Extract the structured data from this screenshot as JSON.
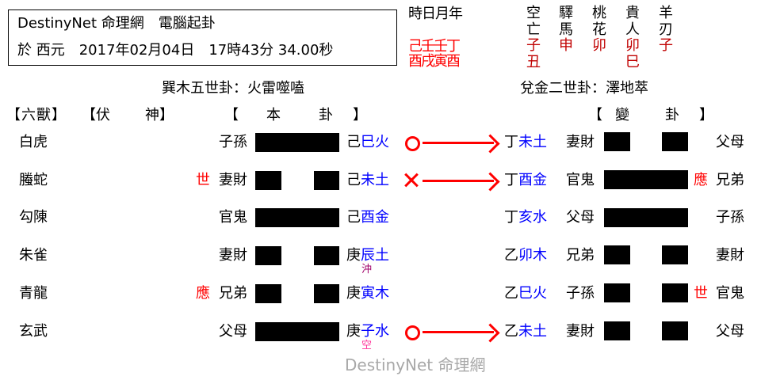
{
  "header": {
    "line1": "DestinyNet 命理網　電腦起卦",
    "line2": "於 西元　2017年02月04日　17時43分 34.00秒"
  },
  "pillars": {
    "label": "時日月年",
    "stems": "己壬壬丁",
    "branches": "酉戌寅酉"
  },
  "shensha": [
    {
      "name1": "空",
      "name2": "亡",
      "values": [
        "子",
        "丑"
      ]
    },
    {
      "name1": "驛",
      "name2": "馬",
      "values": [
        "申"
      ]
    },
    {
      "name1": "桃",
      "name2": "花",
      "values": [
        "卯"
      ]
    },
    {
      "name1": "貴",
      "name2": "人",
      "values": [
        "卯",
        "巳"
      ]
    },
    {
      "name1": "羊",
      "name2": "刃",
      "values": [
        "子"
      ]
    }
  ],
  "main_hexagram_title": "巽木五世卦：火雷噬嗑",
  "changed_hexagram_title": "兌金二世卦：澤地萃",
  "column_headers": {
    "liushou": "【六獸】",
    "fushen_open": "【伏",
    "fushen_close": "神】",
    "bengua_open": "【",
    "bengua_ben": "本",
    "bengua_gua": "卦",
    "bengua_close": "】",
    "biangua_open": "【",
    "biangua_bian": "變",
    "biangua_gua": "卦",
    "biangua_close": "】"
  },
  "colors": {
    "red": "#ff0000",
    "dark_red": "#c00000",
    "blue": "#0000ff",
    "purple": "#a0006a",
    "pink": "#ff3399",
    "watermark_gray": "#a8a8a8"
  },
  "lines": [
    {
      "beast": "白虎",
      "shi_ying": "",
      "relative": "子孫",
      "yang": true,
      "stem": "己",
      "branch_element": "巳火",
      "note": "",
      "moving": "old-yang",
      "changed": {
        "stem": "丁",
        "branch_element": "未土",
        "relative": "妻財",
        "yang": false,
        "shi_ying": "",
        "right_relative": "父母"
      }
    },
    {
      "beast": "螣蛇",
      "shi_ying": "世",
      "relative": "妻財",
      "yang": false,
      "stem": "己",
      "branch_element": "未土",
      "note": "",
      "moving": "old-yin",
      "changed": {
        "stem": "丁",
        "branch_element": "酉金",
        "relative": "官鬼",
        "yang": true,
        "shi_ying": "應",
        "right_relative": "兄弟"
      }
    },
    {
      "beast": "勾陳",
      "shi_ying": "",
      "relative": "官鬼",
      "yang": true,
      "stem": "己",
      "branch_element": "酉金",
      "note": "",
      "moving": "",
      "changed": {
        "stem": "丁",
        "branch_element": "亥水",
        "relative": "父母",
        "yang": true,
        "shi_ying": "",
        "right_relative": "子孫"
      }
    },
    {
      "beast": "朱雀",
      "shi_ying": "",
      "relative": "妻財",
      "yang": false,
      "stem": "庚",
      "branch_element": "辰土",
      "note": "沖",
      "moving": "",
      "changed": {
        "stem": "乙",
        "branch_element": "卯木",
        "relative": "兄弟",
        "yang": false,
        "shi_ying": "",
        "right_relative": "妻財"
      }
    },
    {
      "beast": "青龍",
      "shi_ying": "應",
      "relative": "兄弟",
      "yang": false,
      "stem": "庚",
      "branch_element": "寅木",
      "note": "",
      "moving": "",
      "changed": {
        "stem": "乙",
        "branch_element": "巳火",
        "relative": "子孫",
        "yang": false,
        "shi_ying": "世",
        "right_relative": "官鬼"
      }
    },
    {
      "beast": "玄武",
      "shi_ying": "",
      "relative": "父母",
      "yang": true,
      "stem": "庚",
      "branch_element": "子水",
      "note": "空",
      "moving": "old-yang",
      "changed": {
        "stem": "乙",
        "branch_element": "未土",
        "relative": "妻財",
        "yang": false,
        "shi_ying": "",
        "right_relative": "父母"
      }
    }
  ],
  "watermark": "DestinyNet 命理網"
}
